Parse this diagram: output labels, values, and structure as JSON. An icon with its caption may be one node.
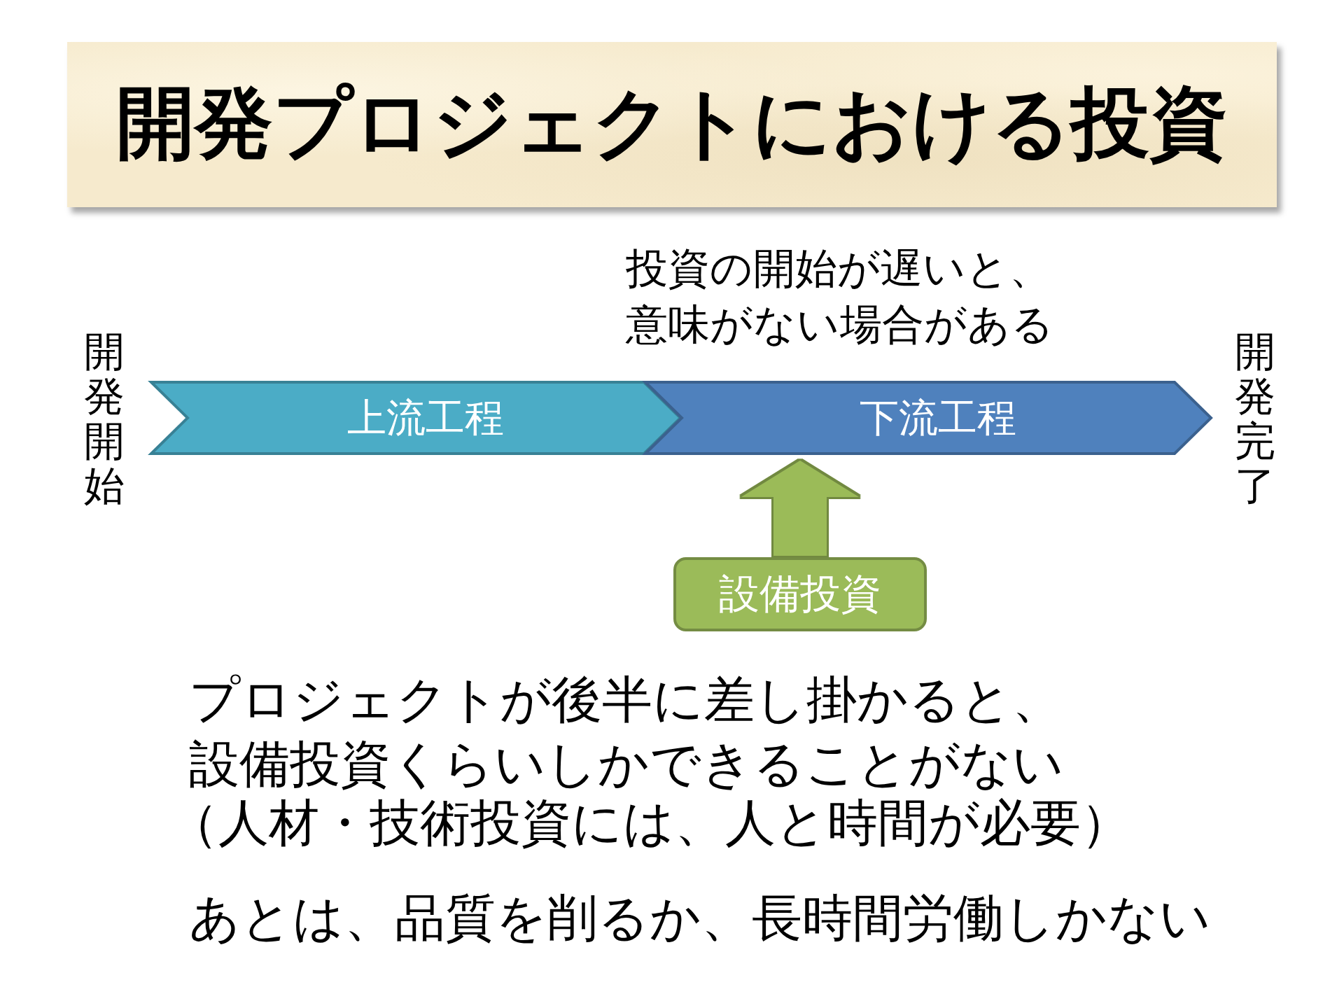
{
  "diagram": {
    "title": "開発プロジェクトにおける投資",
    "nodes": [
      {
        "text": [
          "上流工程"
        ],
        "beside": [
          "開発開始"
        ]
      },
      {
        "text": [
          "下流工程"
        ],
        "beside": [
          "開発完了"
        ]
      },
      {
        "text": [
          "設備投資"
        ]
      }
    ],
    "edges": [
      {
        "from": 2,
        "to": 1,
        "arrow": "to",
        "color": "#9bbb59"
      }
    ],
    "labels": [
      "投資の開始が遅いと、意味がない場合がある",
      "プロジェクトが後半に差し掛かると、設備投資くらいしかできることがない",
      "（人材・技術投資には、人と時間が必要）",
      "あとは、品質を削るか、長時間労働しかない"
    ]
  }
}
